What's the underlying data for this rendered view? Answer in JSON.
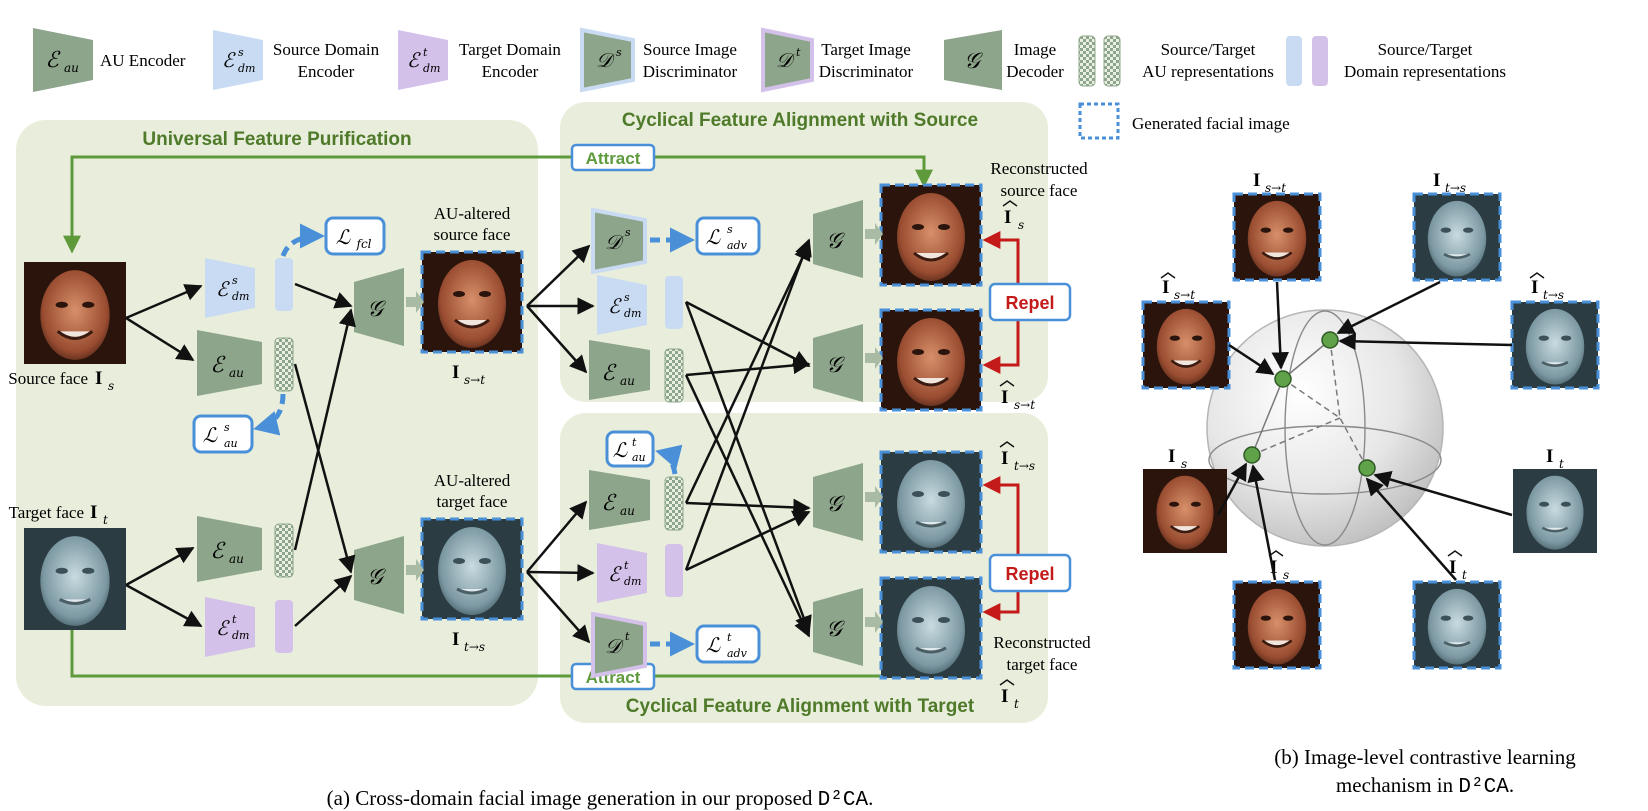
{
  "colors": {
    "panel_bg": "#e8eedb",
    "encoder_gray": "#8da58a",
    "encoder_blue": "#c9dbf3",
    "encoder_purple": "#d4c1ea",
    "accent_blue": "#4a90d9",
    "attract_green": "#5e9a3c",
    "repel_red": "#c41a1a",
    "title_green": "#4f7a2a",
    "node_green": "#5fa24a"
  },
  "legend": {
    "au_encoder": "AU Encoder",
    "source_domain_encoder_l1": "Source Domain",
    "source_domain_encoder_l2": "Encoder",
    "target_domain_encoder_l1": "Target Domain",
    "target_domain_encoder_l2": "Encoder",
    "source_disc_l1": "Source Image",
    "source_disc_l2": "Discriminator",
    "target_disc_l1": "Target Image",
    "target_disc_l2": "Discriminator",
    "decoder_l1": "Image",
    "decoder_l2": "Decoder",
    "au_repr_l1": "Source/Target",
    "au_repr_l2": "AU representations",
    "domain_repr_l1": "Source/Target",
    "domain_repr_l2": "Domain representations",
    "generated": "Generated facial image"
  },
  "symbols": {
    "E_au": "ℰ",
    "E_au_sub": "au",
    "E_dm": "ℰ",
    "E_dm_sub": "dm",
    "sup_s": "s",
    "sup_t": "t",
    "D": "𝒟",
    "G": "𝒢",
    "L": "ℒ",
    "fcl": "fcl",
    "adv": "adv",
    "au": "au"
  },
  "panels": {
    "universal": "Universal Feature Purification",
    "cyc_source": "Cyclical Feature Alignment  with Source",
    "cyc_target": "Cyclical Feature Alignment with Target"
  },
  "labels": {
    "source_face": "Source face",
    "target_face": "Target face",
    "I": "I",
    "sub_s": "s",
    "sub_t": "t",
    "sub_s2t": "s→t",
    "sub_t2s": "t→s",
    "au_altered_source_l1": "AU-altered",
    "au_altered_source_l2": "source face",
    "au_altered_target_l1": "AU-altered",
    "au_altered_target_l2": "target face",
    "recon_source_l1": "Reconstructed",
    "recon_source_l2": "source face",
    "recon_target_l1": "Reconstructed",
    "recon_target_l2": "target face",
    "attract": "Attract",
    "repel": "Repel"
  },
  "captions": {
    "a_prefix": "(a) Cross-domain facial image generation in our proposed ",
    "b_l1": "(b) Image-level contrastive learning",
    "b_l2_prefix": "mechanism in ",
    "model": "D²CA",
    "period": "."
  }
}
